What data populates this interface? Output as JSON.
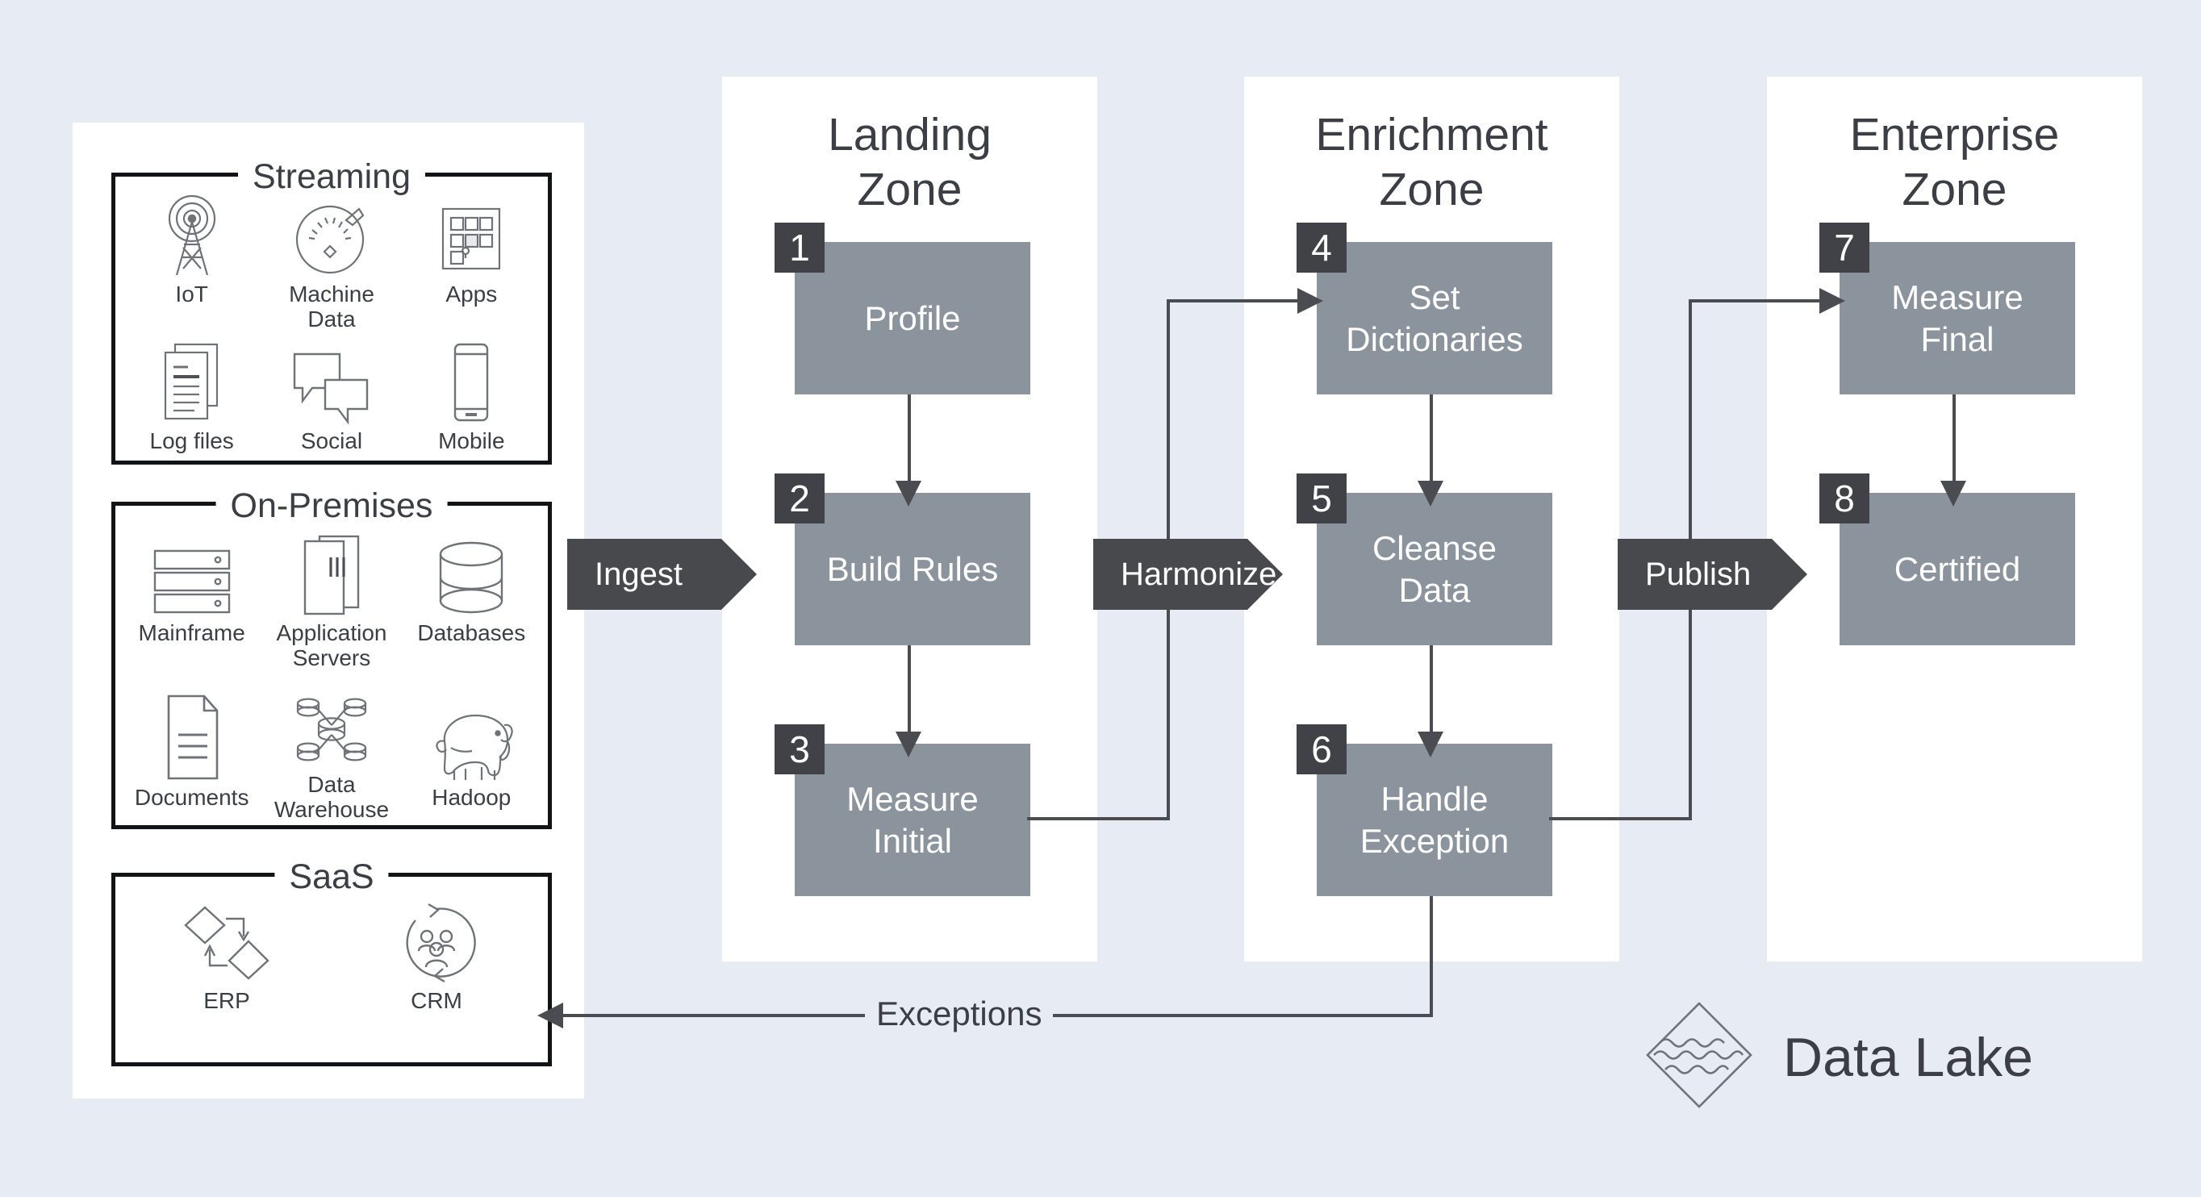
{
  "background_color": "#e7ebf3",
  "accent_colors": {
    "step_box": "#8b939c",
    "badge": "#414247",
    "chevron": "#48494d",
    "connector": "#4a4c51",
    "zone_panel": "#ffffff",
    "text_dark": "#3b3f45",
    "text_light": "#ffffff"
  },
  "sources": {
    "groups": [
      {
        "title": "Streaming",
        "items": [
          {
            "label": "IoT",
            "icon": "iot-tower-icon"
          },
          {
            "label": "Machine\nData",
            "icon": "gauge-icon"
          },
          {
            "label": "Apps",
            "icon": "apps-grid-icon"
          },
          {
            "label": "Log files",
            "icon": "log-files-icon"
          },
          {
            "label": "Social",
            "icon": "chat-bubbles-icon"
          },
          {
            "label": "Mobile",
            "icon": "mobile-phone-icon"
          }
        ]
      },
      {
        "title": "On-Premises",
        "items": [
          {
            "label": "Mainframe",
            "icon": "server-rack-icon"
          },
          {
            "label": "Application\nServers",
            "icon": "app-server-icon"
          },
          {
            "label": "Databases",
            "icon": "database-cylinder-icon"
          },
          {
            "label": "Documents",
            "icon": "document-page-icon"
          },
          {
            "label": "Data\nWarehouse",
            "icon": "data-warehouse-icon"
          },
          {
            "label": "Hadoop",
            "icon": "hadoop-elephant-icon"
          }
        ]
      },
      {
        "title": "SaaS",
        "items": [
          {
            "label": "ERP",
            "icon": "erp-diamond-cycle-icon"
          },
          {
            "label": "CRM",
            "icon": "crm-people-cycle-icon"
          }
        ]
      }
    ]
  },
  "zones": [
    {
      "title": "Landing\nZone",
      "steps": [
        {
          "number": "1",
          "label": "Profile"
        },
        {
          "number": "2",
          "label": "Build Rules"
        },
        {
          "number": "3",
          "label": "Measure\nInitial"
        }
      ]
    },
    {
      "title": "Enrichment\nZone",
      "steps": [
        {
          "number": "4",
          "label": "Set\nDictionaries"
        },
        {
          "number": "5",
          "label": "Cleanse\nData"
        },
        {
          "number": "6",
          "label": "Handle\nException"
        }
      ]
    },
    {
      "title": "Enterprise\nZone",
      "steps": [
        {
          "number": "7",
          "label": "Measure\nFinal"
        },
        {
          "number": "8",
          "label": "Certified"
        }
      ]
    }
  ],
  "phase_arrows": [
    {
      "label": "Ingest"
    },
    {
      "label": "Harmonize"
    },
    {
      "label": "Publish"
    }
  ],
  "feedback": {
    "label": "Exceptions"
  },
  "brand": {
    "label": "Data Lake",
    "icon": "data-lake-diamond-icon"
  }
}
